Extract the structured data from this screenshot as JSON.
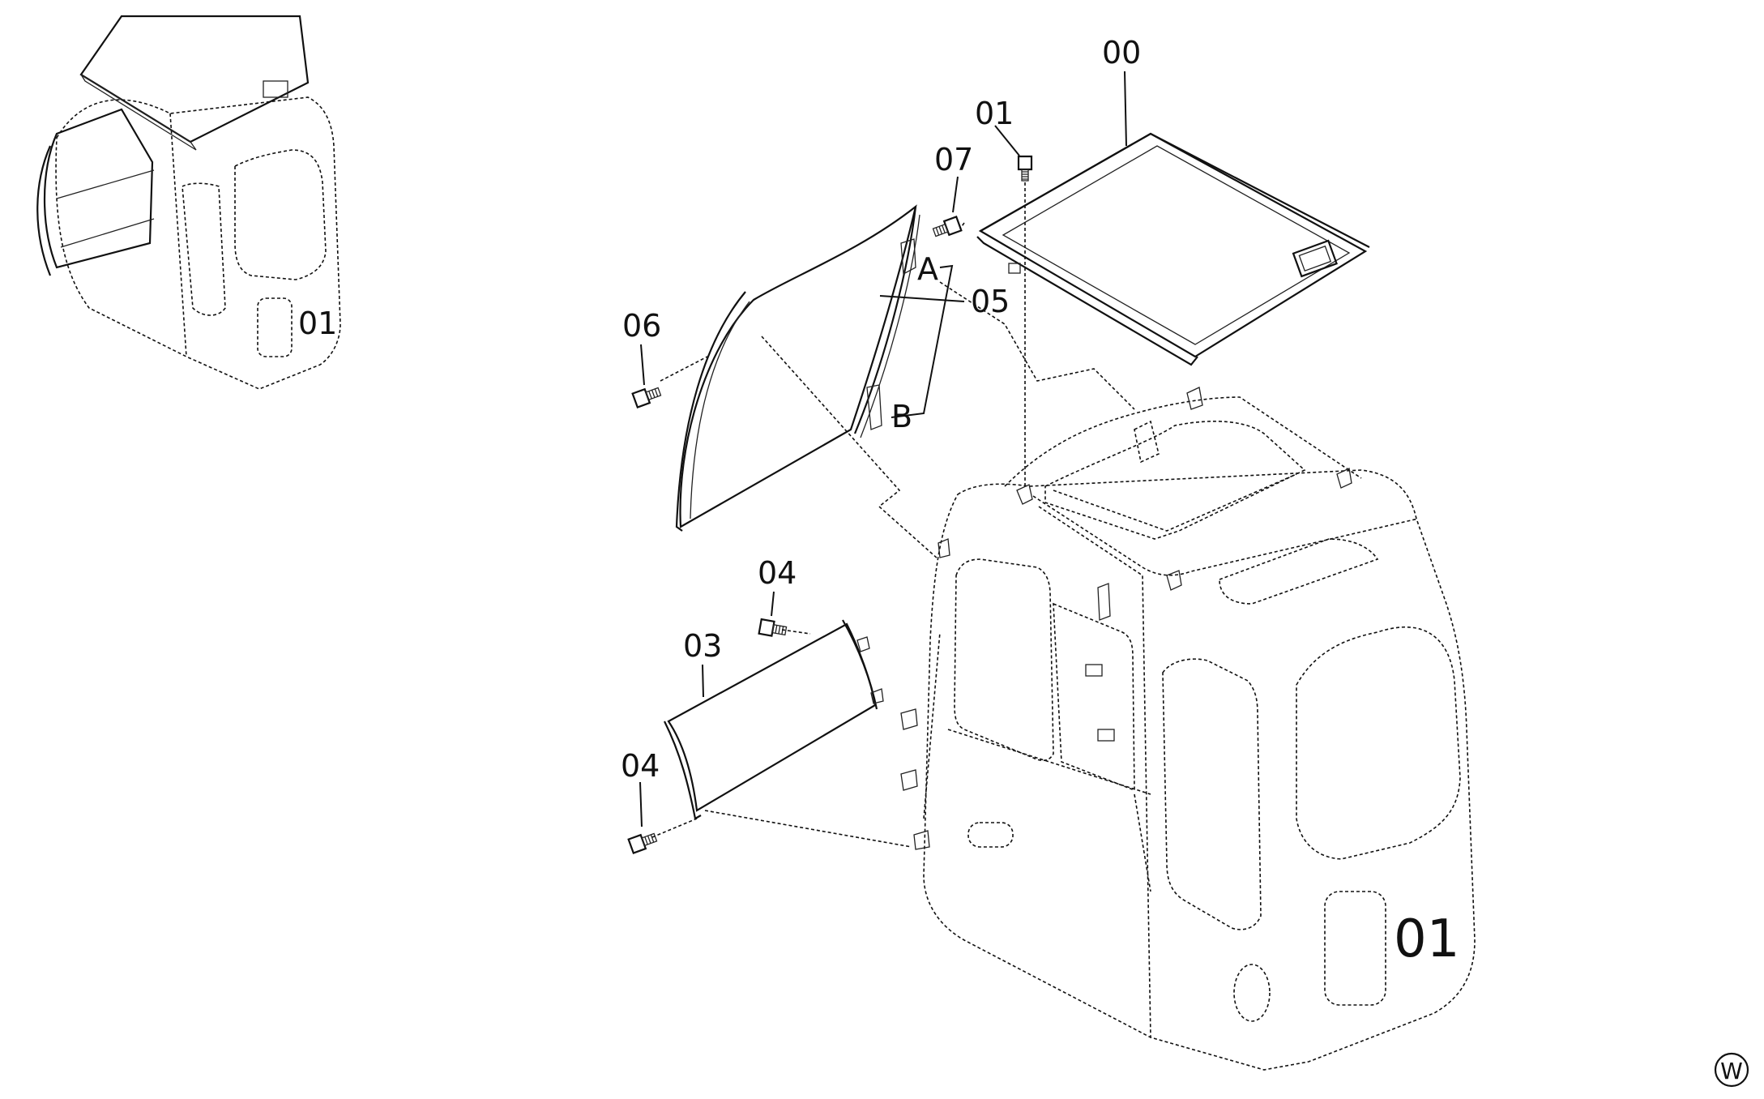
{
  "diagram": {
    "callouts": [
      {
        "id": "00",
        "label": "00"
      },
      {
        "id": "01",
        "label": "01"
      },
      {
        "id": "07",
        "label": "07"
      },
      {
        "id": "05",
        "label": "05"
      },
      {
        "id": "06",
        "label": "06"
      },
      {
        "id": "04a",
        "label": "04"
      },
      {
        "id": "03",
        "label": "03"
      },
      {
        "id": "04b",
        "label": "04"
      }
    ],
    "refs": {
      "a": "A",
      "b": "B"
    },
    "cab_mark": "01",
    "thumb_mark": "01",
    "corner_mark": "W"
  }
}
